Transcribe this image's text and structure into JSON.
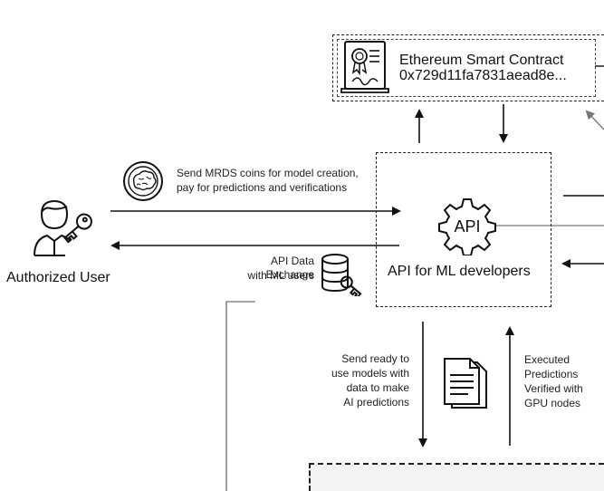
{
  "contract": {
    "title": "Ethereum Smart Contract",
    "address": "0x729d11fa7831aead8e..."
  },
  "api": {
    "label": "API for ML developers",
    "badge": "API"
  },
  "user": {
    "label": "Authorized User"
  },
  "flows": {
    "send_coins_line1": "Send MRDS coins for model creation,",
    "send_coins_line2": "pay for predictions and verifications",
    "data_exchange_line1": "API Data Exchange",
    "data_exchange_line2": "with ML users",
    "send_models_lines": [
      "Send ready to",
      "use models with",
      "data to make",
      "AI predictions"
    ],
    "executed_lines": [
      "Executed",
      "Predictions",
      "Verified with",
      "GPU nodes"
    ]
  },
  "icons": {
    "contract": "certificate-icon",
    "coin": "brain-coin-icon",
    "user": "user-key-icon",
    "database": "database-key-icon",
    "api": "api-gear-icon",
    "documents": "documents-icon"
  }
}
